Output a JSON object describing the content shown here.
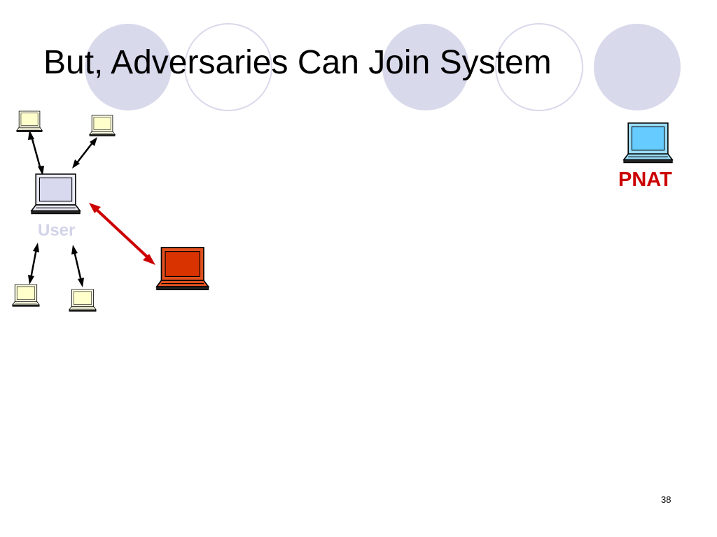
{
  "slide": {
    "title": "But, Adversaries Can Join System",
    "page_number": "38"
  },
  "nodes": {
    "user": {
      "label": "User",
      "label_color": "#D3D3E8",
      "screen_color": "#D8D8EE",
      "body_color": "#ECECF6"
    },
    "pnat": {
      "label": "PNAT",
      "label_color": "#CC0000",
      "screen_color": "#66CCFF",
      "body_color": "#9ADCF8"
    },
    "adversary": {
      "screen_color": "#D93300",
      "body_color": "#E0501E"
    },
    "peer": {
      "screen_color": "#FFFFCC",
      "body_color": "#FFFFE6"
    }
  },
  "colors": {
    "decor_circle": "#D9D9EC",
    "arrow": "#000000",
    "adversary_link": "#CC0000"
  },
  "icons": {
    "computer": "laptop-icon",
    "connection": "double-headed-arrow"
  }
}
